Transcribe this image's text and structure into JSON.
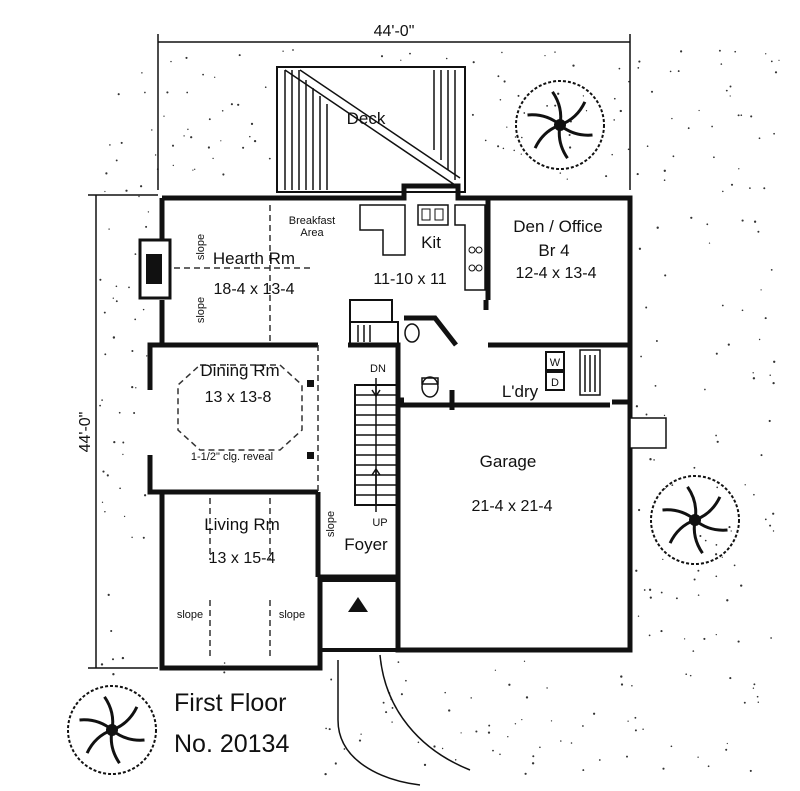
{
  "dimensions": {
    "width": "44'-0\"",
    "depth": "44'-0\""
  },
  "rooms": {
    "deck": {
      "name": "Deck"
    },
    "hearth": {
      "name": "Hearth Rm",
      "size": "18-4 x 13-4"
    },
    "breakfast": {
      "name": "Breakfast\nArea"
    },
    "kitchen": {
      "name": "Kit",
      "size": "11-10 x 11"
    },
    "den": {
      "name": "Den / Office",
      "name2": "Br  4",
      "size": "12-4 x 13-4"
    },
    "dining": {
      "name": "Dining Rm",
      "size": "13 x 13-8",
      "note": "1-1/2\" clg. reveal"
    },
    "laundry": {
      "name": "L'dry"
    },
    "garage": {
      "name": "Garage",
      "size": "21-4 x 21-4"
    },
    "living": {
      "name": "Living Rm",
      "size": "13 x 15-4"
    },
    "foyer": {
      "name": "Foyer"
    }
  },
  "stairs": {
    "down": "DN",
    "up": "UP"
  },
  "appliances": {
    "washer": "W",
    "dryer": "D"
  },
  "slope_label": "slope",
  "caption": {
    "line1": "First Floor",
    "line2": "No. 20134"
  }
}
